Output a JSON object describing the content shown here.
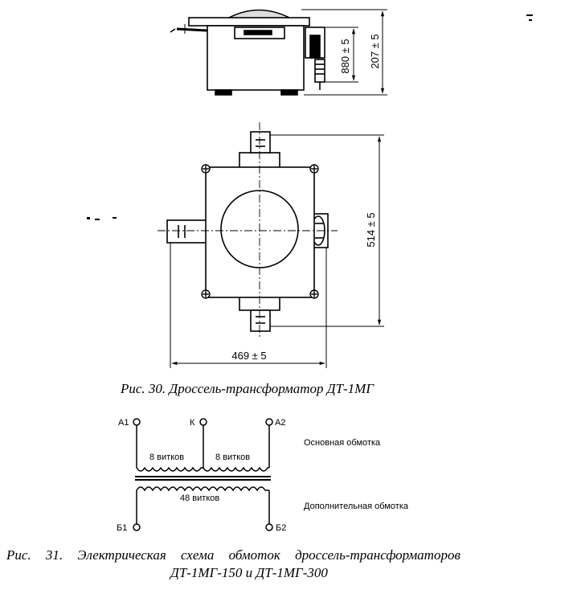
{
  "fig30": {
    "dim_height": "207 ± 5",
    "dim_inner": "880 ± 5",
    "dim_vertical": "514 ± 5",
    "dim_horizontal": "469 ± 5",
    "caption": "Рис. 30. Дроссель-трансформатор ДТ-1МГ"
  },
  "fig31": {
    "terminals": {
      "a1": "А1",
      "k": "К",
      "a2": "А2",
      "b1": "Б1",
      "b2": "Б2"
    },
    "turns_left": "8 витков",
    "turns_right": "8 витков",
    "turns_aux": "48 витков",
    "label_main": "Основная обмотка",
    "label_aux": "Дополнительная обмотка",
    "caption_line1": "Рис. 31. Электрическая схема обмоток дроссель-трансформаторов",
    "caption_line2": "ДТ-1МГ-150 и ДТ-1МГ-300"
  }
}
